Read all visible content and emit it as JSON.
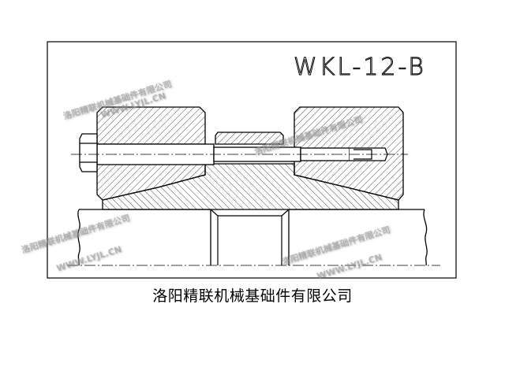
{
  "drawing": {
    "part_code": "WKL-12-B",
    "caption": "洛阳精联机械基础件有限公司"
  },
  "watermark": {
    "company": "洛阳精联机械基础件有限公司",
    "url": "WWW.LYJL.CN"
  }
}
